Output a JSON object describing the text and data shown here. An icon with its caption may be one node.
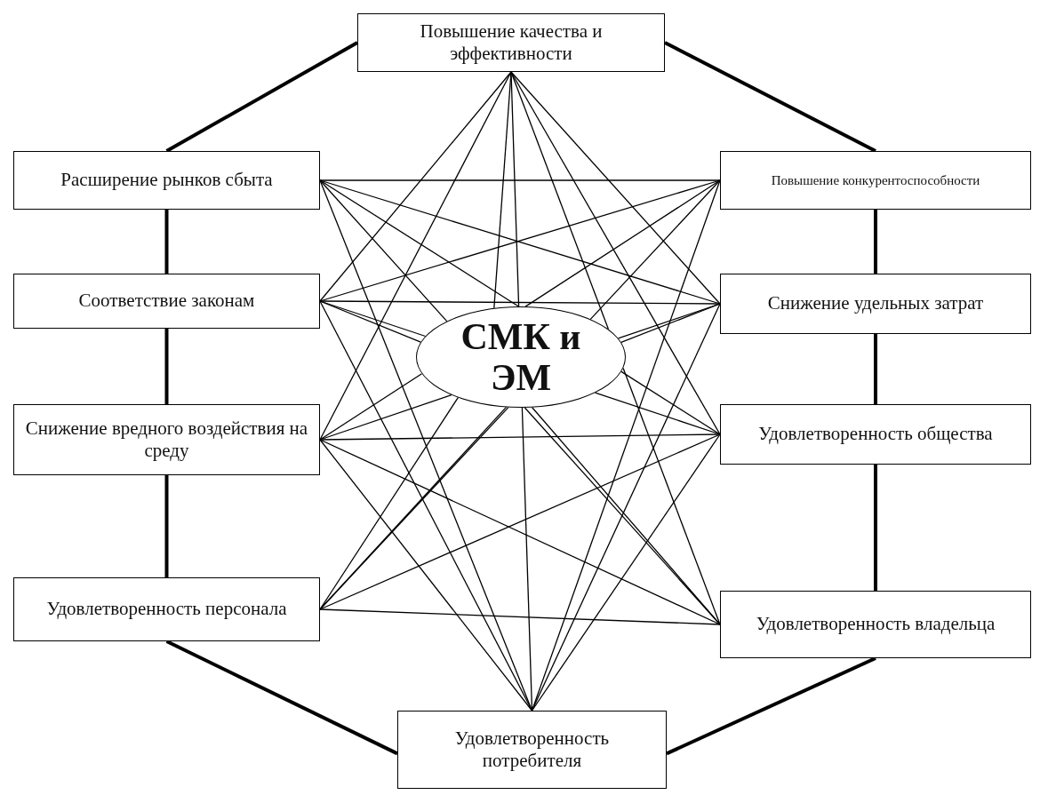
{
  "diagram": {
    "nodes": [
      {
        "text": [
          "Повышение качества и эффективности"
        ]
      },
      {
        "text": [
          "Расширение рынков сбыта"
        ]
      },
      {
        "text": [
          "Повышение конкурентоспособности"
        ]
      },
      {
        "text": [
          "Соответствие законам"
        ]
      },
      {
        "text": [
          "Снижение удельных затрат"
        ]
      },
      {
        "text": [
          "Снижение вредного воздействия на среду"
        ]
      },
      {
        "text": [
          "Удовлетворенность общества"
        ]
      },
      {
        "text": [
          "Удовлетворенность персонала"
        ]
      },
      {
        "text": [
          "Удовлетворенность владельца"
        ]
      },
      {
        "text": [
          "СМК и ЭМ"
        ]
      },
      {
        "text": [
          "Удовлетворенность потребителя"
        ]
      }
    ],
    "edges": [
      {
        "from": 0,
        "to": 1,
        "arrow": "none",
        "style": "thick"
      },
      {
        "from": 1,
        "to": 3,
        "arrow": "none",
        "style": "thick"
      },
      {
        "from": 3,
        "to": 5,
        "arrow": "none",
        "style": "thick"
      },
      {
        "from": 5,
        "to": 7,
        "arrow": "none",
        "style": "thick"
      },
      {
        "from": 7,
        "to": 10,
        "arrow": "none",
        "style": "thick"
      },
      {
        "from": 0,
        "to": 2,
        "arrow": "none",
        "style": "thick"
      },
      {
        "from": 2,
        "to": 4,
        "arrow": "none",
        "style": "thick"
      },
      {
        "from": 4,
        "to": 6,
        "arrow": "none",
        "style": "thick"
      },
      {
        "from": 6,
        "to": 8,
        "arrow": "none",
        "style": "thick"
      },
      {
        "from": 8,
        "to": 10,
        "arrow": "none",
        "style": "thick"
      },
      {
        "from": 0,
        "to": 3,
        "arrow": "none"
      },
      {
        "from": 0,
        "to": 5,
        "arrow": "none"
      },
      {
        "from": 0,
        "to": 4,
        "arrow": "none"
      },
      {
        "from": 0,
        "to": 6,
        "arrow": "none"
      },
      {
        "from": 1,
        "to": 2,
        "arrow": "none"
      },
      {
        "from": 1,
        "to": 4,
        "arrow": "none"
      },
      {
        "from": 1,
        "to": 10,
        "arrow": "none"
      },
      {
        "from": 3,
        "to": 2,
        "arrow": "none"
      },
      {
        "from": 3,
        "to": 4,
        "arrow": "none"
      },
      {
        "from": 3,
        "to": 10,
        "arrow": "none"
      },
      {
        "from": 5,
        "to": 6,
        "arrow": "none"
      },
      {
        "from": 5,
        "to": 8,
        "arrow": "none"
      },
      {
        "from": 5,
        "to": 10,
        "arrow": "none"
      },
      {
        "from": 7,
        "to": 6,
        "arrow": "none"
      },
      {
        "from": 7,
        "to": 8,
        "arrow": "none"
      },
      {
        "from": 2,
        "to": 10,
        "arrow": "none"
      },
      {
        "from": 4,
        "to": 10,
        "arrow": "none"
      },
      {
        "from": 6,
        "to": 10,
        "arrow": "none"
      },
      {
        "from": 0,
        "to": 9,
        "arrow": "none"
      },
      {
        "from": 10,
        "to": 9,
        "arrow": "none"
      },
      {
        "from": 0,
        "to": 9,
        "arrow": "none"
      },
      {
        "from": 7,
        "to": 9,
        "arrow": "none"
      },
      {
        "from": 0,
        "to": 9,
        "arrow": "none"
      },
      {
        "from": 8,
        "to": 9,
        "arrow": "none"
      },
      {
        "from": 1,
        "to": 9,
        "arrow": "none"
      },
      {
        "from": 6,
        "to": 9,
        "arrow": "none"
      },
      {
        "from": 1,
        "to": 9,
        "arrow": "none"
      },
      {
        "from": 8,
        "to": 9,
        "arrow": "none"
      },
      {
        "from": 3,
        "to": 9,
        "arrow": "none"
      },
      {
        "from": 6,
        "to": 9,
        "arrow": "none"
      },
      {
        "from": 3,
        "to": 9,
        "arrow": "none"
      },
      {
        "from": 8,
        "to": 9,
        "arrow": "none"
      },
      {
        "from": 5,
        "to": 9,
        "arrow": "none"
      },
      {
        "from": 2,
        "to": 9,
        "arrow": "none"
      },
      {
        "from": 5,
        "to": 9,
        "arrow": "none"
      },
      {
        "from": 4,
        "to": 9,
        "arrow": "none"
      },
      {
        "from": 7,
        "to": 9,
        "arrow": "none"
      },
      {
        "from": 2,
        "to": 9,
        "arrow": "none"
      },
      {
        "from": 7,
        "to": 9,
        "arrow": "none"
      },
      {
        "from": 4,
        "to": 9,
        "arrow": "none"
      }
    ]
  }
}
